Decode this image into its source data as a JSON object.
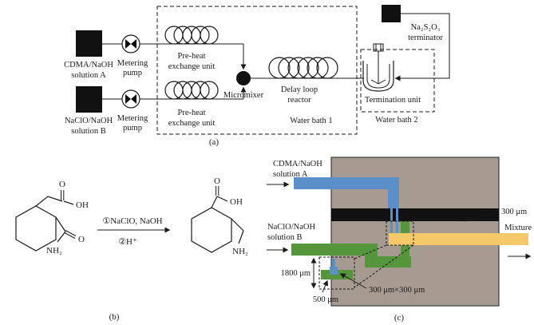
{
  "colors": {
    "blue": "#5b8fc9",
    "green": "#55953b",
    "yellow": "#f5c96a",
    "chip": "#a79b91"
  },
  "panel_a": {
    "caption": "(a)",
    "solution_a_line1": "CDMA/NaOH",
    "solution_a_line2": "solution A",
    "solution_b_line1": "NaClO/NaOH",
    "solution_b_line2": "solution B",
    "pump_line1": "Metering",
    "pump_line2": "pump",
    "preheat_line1": "Pre-heat",
    "preheat_line2": "exchange unit",
    "micromixer": "Micromixer",
    "delay_line1": "Delay loop",
    "delay_line2": "reactor",
    "water_bath_1": "Water bath 1",
    "water_bath_2": "Water bath 2",
    "terminator_line1": "Na₂S₂O₃",
    "terminator_line2": "terminator",
    "termination_unit": "Termination unit"
  },
  "panel_b": {
    "caption": "(b)",
    "step1": "①NaClO, NaOH",
    "step2": "②H⁺",
    "reactant": {
      "acid_o": "O",
      "acid_oh": "OH",
      "amide_o": "O",
      "amide_nh2": "NH₂"
    },
    "product": {
      "acid_o": "O",
      "acid_oh": "OH",
      "amine_nh2": "NH₂"
    }
  },
  "panel_c": {
    "caption": "(c)",
    "solution_a_line1": "CDMA/NaOH",
    "solution_a_line2": "solution A",
    "solution_b_line1": "NaClO/NaOH",
    "solution_b_line2": "solution B",
    "mixture": "Mixture",
    "dim_channel": "300 μm",
    "dim_length": "1800 μm",
    "dim_cross_section": "300 μm×300 μm",
    "dim_width": "500 μm"
  }
}
